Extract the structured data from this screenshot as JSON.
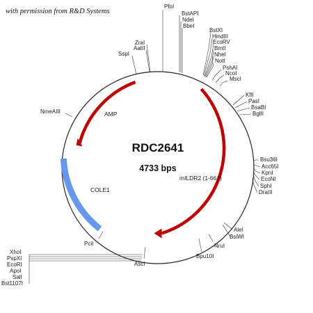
{
  "credit": "with permission from R&D Systems",
  "plasmid": {
    "name": "RDC2641",
    "size_label": "4733 bps",
    "backbone_color": "#222222"
  },
  "features": [
    {
      "id": "amp",
      "label": "AMP",
      "color": "#c00000"
    },
    {
      "id": "mildr2",
      "label": "mILDR2 (1-661)",
      "color": "#c00000"
    },
    {
      "id": "cole1",
      "label": "COLE1",
      "color": "#6699ee"
    }
  ],
  "sites": {
    "nmeaiii": "NmeAIII",
    "sspi": "SspI",
    "zrai": "ZraI",
    "aatii": "AatII",
    "pfoi": "PfoI",
    "bstapi": "BstAPI",
    "ndei": "NdeI",
    "bbei": "BbeI",
    "bstxi": "BstXI",
    "hindiii": "HindIII",
    "ecorv": "EcoRV",
    "bmti": "BmtI",
    "nhei": "NheI",
    "noti": "NotI",
    "pshai": "PshAI",
    "ncoi": "NcoI",
    "msci": "MscI",
    "kfli": "KflI",
    "pasi": "PasI",
    "bsabi": "BsaBI",
    "bglii": "BglII",
    "bsu36i": "Bsu36I",
    "acc65i": "Acc65I",
    "kpni": "KpnI",
    "econi": "EcoNI",
    "sphi": "SphI",
    "draiii": "DraIII",
    "alei": "AleI",
    "bsiwi": "BsiWI",
    "nrui": "NruI",
    "bpu10i": "Bpu10I",
    "asci": "AscI",
    "pcil": "PciI",
    "xhoi": "XhoI",
    "pspxi": "PspXI",
    "ecori": "EcoRI",
    "apoi": "ApoI",
    "sali": "SalI",
    "bst1107i": "Bst1107I"
  }
}
